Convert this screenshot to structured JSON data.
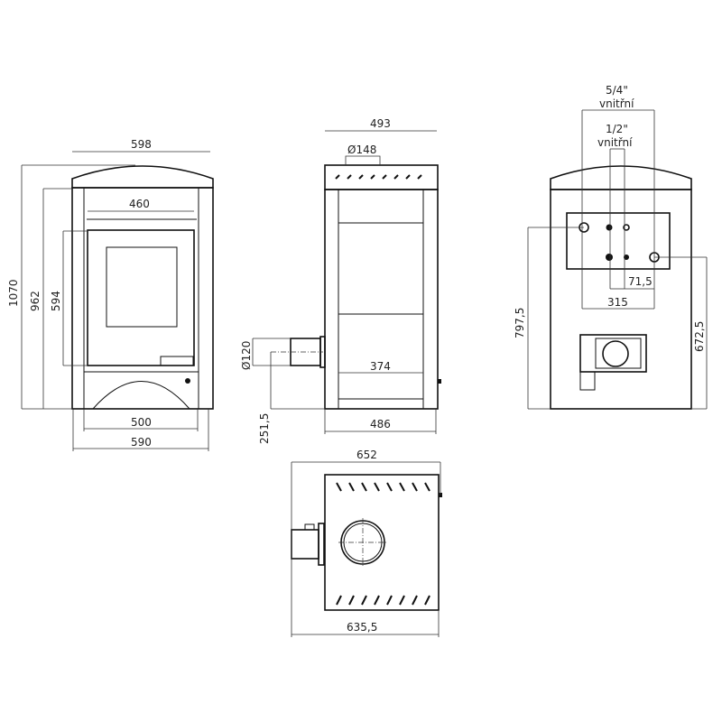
{
  "front_view": {
    "width_top": "598",
    "inner_width": "460",
    "height_total": "1070",
    "height_body": "962",
    "door_height": "594",
    "base_inner": "500",
    "base_width": "590"
  },
  "side_view": {
    "depth_top": "493",
    "flue_top_diameter": "Ø148",
    "flue_back_diameter": "Ø120",
    "flue_back_height": "251,5",
    "inner_depth": "374",
    "base_depth": "486"
  },
  "back_view": {
    "pipe_large": "5/4\"",
    "pipe_large_note": "vnitřní",
    "pipe_small": "1/2\"",
    "pipe_small_note": "vnitřní",
    "pipe_spacing": "71,5",
    "pipe_large_spacing": "315",
    "height_upper": "797,5",
    "height_lower": "672,5"
  },
  "top_view": {
    "depth_total": "652",
    "depth_body": "635,5"
  }
}
